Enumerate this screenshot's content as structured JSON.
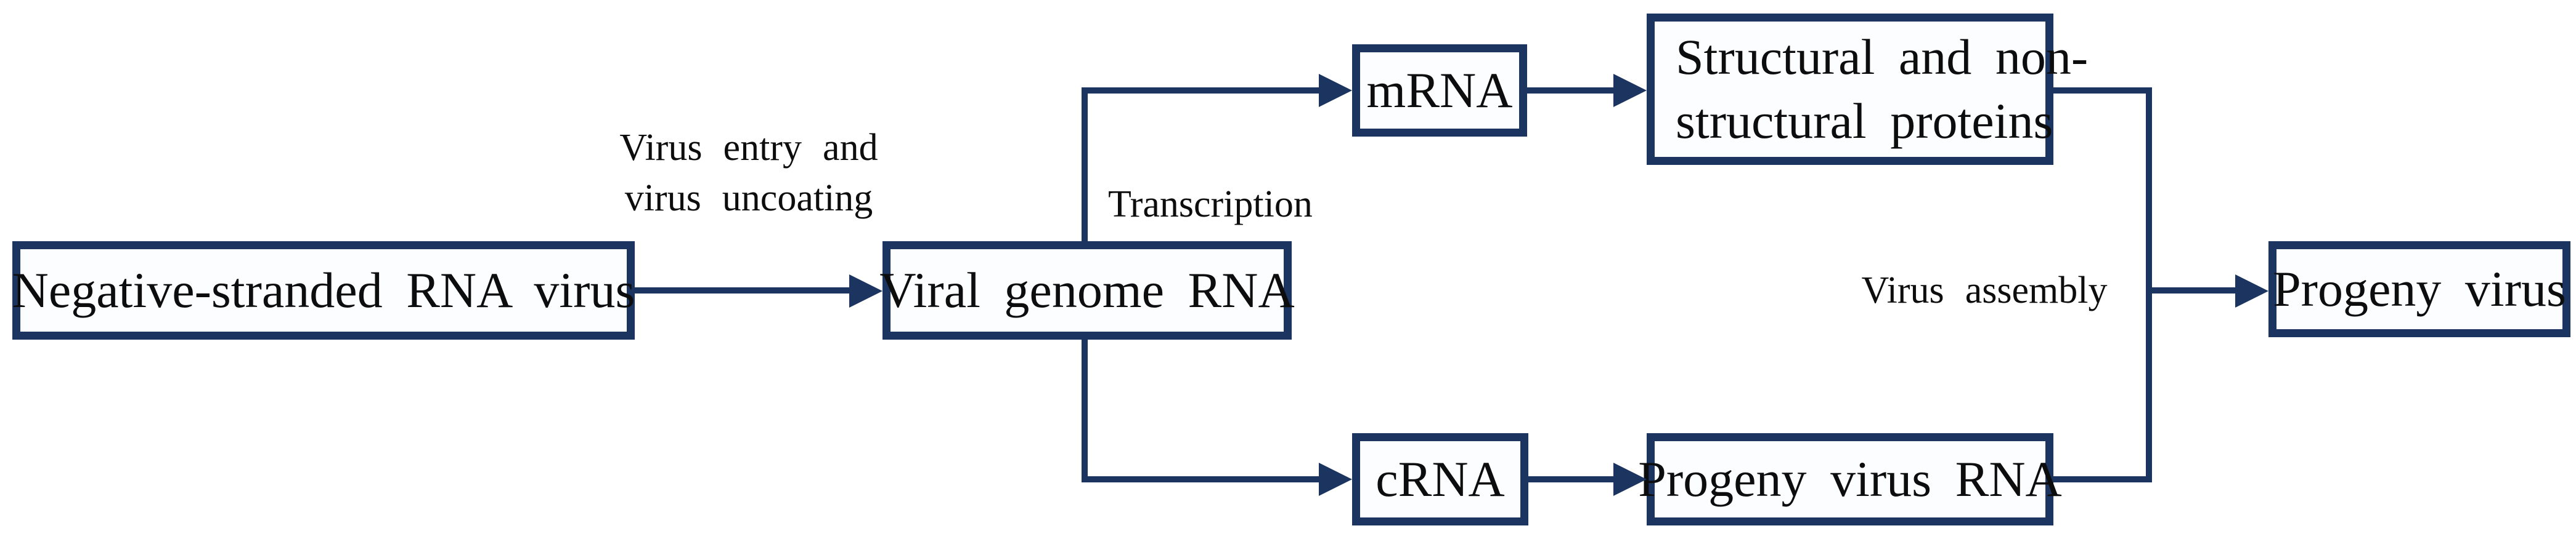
{
  "figure": {
    "type": "flowchart",
    "topic": "Negative-stranded RNA virus replication cycle"
  },
  "nodes": {
    "negative_stranded": {
      "label": "Negative-stranded RNA virus"
    },
    "viral_genome": {
      "label": "Viral genome RNA"
    },
    "mrna": {
      "label": "mRNA"
    },
    "structural_proteins": {
      "lines": [
        "Structural and non-",
        "structural proteins"
      ]
    },
    "crna": {
      "label": "cRNA"
    },
    "progeny_virus_rna": {
      "label": "Progeny virus RNA"
    },
    "progeny_virus": {
      "label": "Progeny virus"
    }
  },
  "edge_labels": {
    "virus_entry": {
      "lines": [
        "Virus entry and",
        "virus uncoating"
      ]
    },
    "transcription": {
      "label": "Transcription"
    },
    "virus_assembly": {
      "label": "Virus assembly"
    }
  },
  "colors": {
    "connector": "#1b3460",
    "text": "#0d0d0d",
    "box_fill": "#fcfdff",
    "background": "#ffffff"
  }
}
